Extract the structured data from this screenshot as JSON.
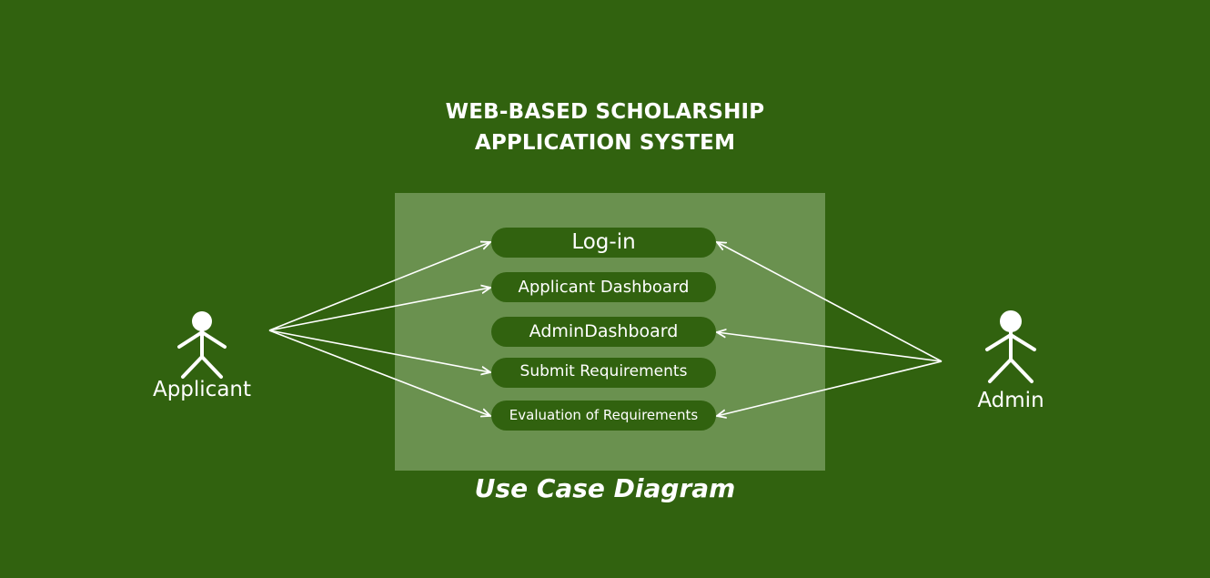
{
  "title": {
    "line1": "WEB-BASED  SCHOLARSHIP",
    "line2": "APPLICATION SYSTEM"
  },
  "use_cases": {
    "login": "Log-in",
    "applicant_dashboard": "Applicant Dashboard",
    "admin_dashboard": "AdminDashboard",
    "submit_requirements": "Submit Requirements",
    "evaluation_requirements": "Evaluation of Requirements"
  },
  "actors": {
    "applicant": "Applicant",
    "admin": "Admin"
  },
  "caption": "Use Case Diagram",
  "colors": {
    "background": "#31620f",
    "system_box": "#6a914f",
    "text": "#ffffff"
  }
}
